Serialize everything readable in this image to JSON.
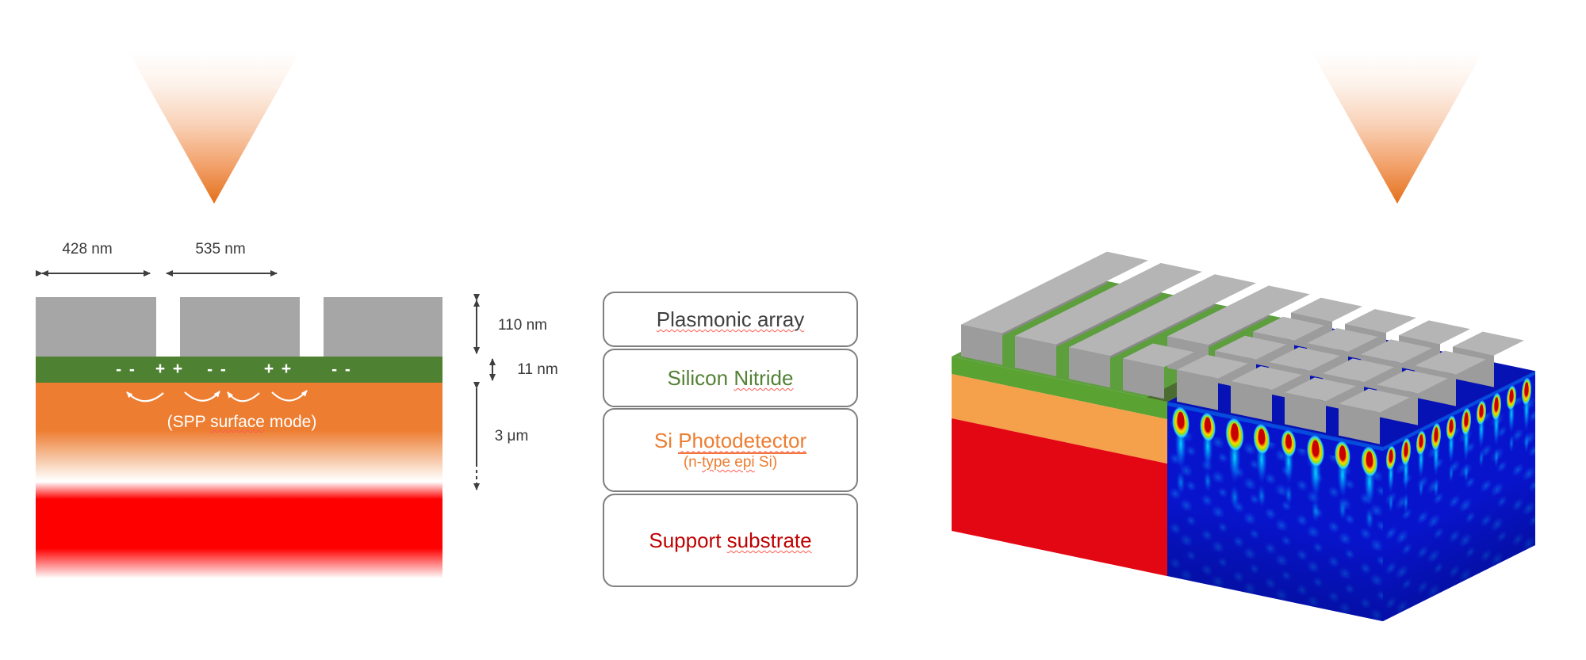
{
  "figure": {
    "description": "Plasmonic photodetector structure diagram",
    "left_diagram": {
      "width_labels": [
        "428 nm",
        "535 nm"
      ],
      "thickness_labels": [
        "110 nm",
        "11 nm",
        "3 μm"
      ],
      "charges": [
        "- -",
        "+ +",
        "- -",
        "+ +",
        "- -"
      ],
      "spp_label": {
        "pre": "(SPP ",
        "wavy": "surface",
        "post": " mode)"
      }
    },
    "legend": {
      "items": [
        {
          "pre": "",
          "wavy": "Plasmonic",
          "post": " array",
          "sub_pre": "",
          "sub_wavy": "",
          "sub_post": "",
          "color": "#404040"
        },
        {
          "pre": "Silicon ",
          "wavy": "Nitride",
          "post": "",
          "sub_pre": "",
          "sub_wavy": "",
          "sub_post": "",
          "color": "#538135"
        },
        {
          "pre": "Si ",
          "wavy": "Photodetector",
          "post": "",
          "sub_pre": "(n-",
          "sub_wavy": "type epi",
          "sub_post": " Si)",
          "color": "#ed7d31"
        },
        {
          "pre": "Support ",
          "wavy": "substrate",
          "post": "",
          "sub_pre": "",
          "sub_wavy": "",
          "sub_post": "",
          "color": "#c00000"
        }
      ]
    },
    "colors": {
      "accent_orange": "#ed7d31",
      "silicon_nitride_green": "#4e8232",
      "support_red": "#ff0000",
      "metal_gray": "#a6a6a6",
      "annotation_dark": "#3f3f3f",
      "field_blue": "#0814cc"
    },
    "scene3d": {
      "bar_top": "#b5b5b5",
      "bar_front": "#9c9c9c",
      "bar_side": "#8a8a8a",
      "top_green": "#5d9e3d",
      "top_green_dark": "#47632e",
      "top_blue": "#0712b4",
      "face_blue": "#0814cc",
      "face_green": "#5aa231",
      "face_orange": "#f5a04b",
      "face_red": "#e30613",
      "hot_dot": "#ff2a00"
    }
  }
}
